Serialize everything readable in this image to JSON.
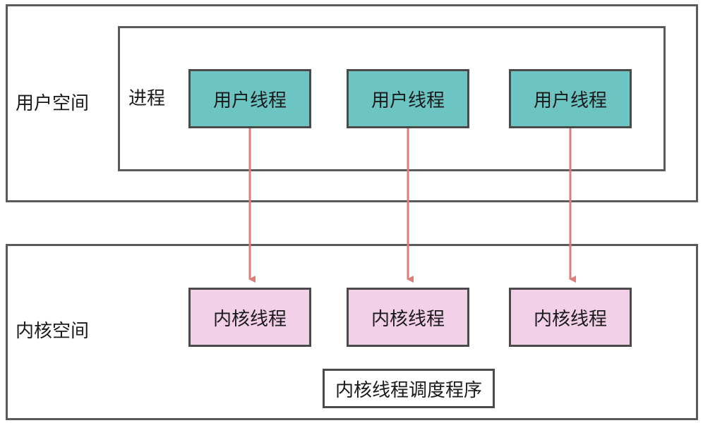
{
  "user_space": {
    "label": "用户空间",
    "process": {
      "label": "进程",
      "threads": [
        "用户线程",
        "用户线程",
        "用户线程"
      ]
    }
  },
  "kernel_space": {
    "label": "内核空间",
    "threads": [
      "内核线程",
      "内核线程",
      "内核线程"
    ],
    "scheduler": "内核线程调度程序"
  },
  "colors": {
    "user_thread_fill": "#6cc4c3",
    "kernel_thread_fill": "#f2d0e8",
    "arrow": "#e07c7c",
    "border": "#5a5a5a"
  }
}
